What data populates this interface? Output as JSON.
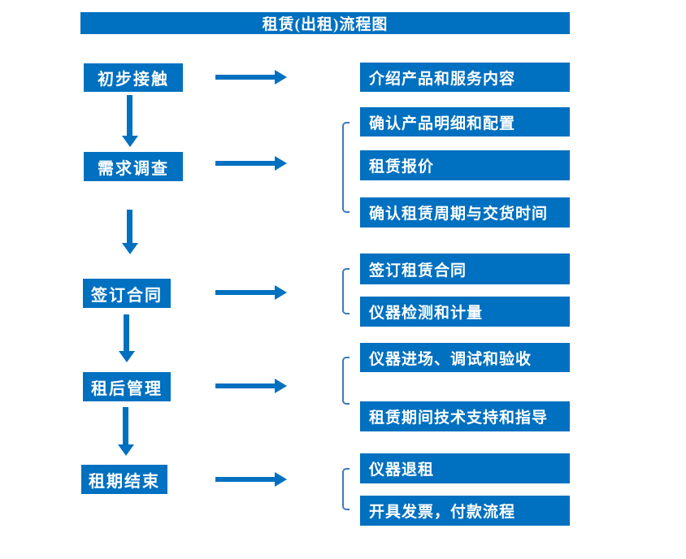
{
  "title": "租赁(出租)流程图",
  "colors": {
    "primary_blue": "#0070C0",
    "bracket_blue": "#3D79B9",
    "text_on_blue": "#FFFFFF",
    "background": "#FFFFFF"
  },
  "flow": {
    "steps": [
      {
        "label": "初步接触",
        "details": [
          "介绍产品和服务内容"
        ]
      },
      {
        "label": "需求调查",
        "details": [
          "确认产品明细和配置",
          "租赁报价",
          "确认租赁周期与交货时间"
        ]
      },
      {
        "label": "签订合同",
        "details": [
          "签订租赁合同",
          "仪器检测和计量"
        ]
      },
      {
        "label": "租后管理",
        "details": [
          "仪器进场、调试和验收",
          "租赁期间技术支持和指导"
        ]
      },
      {
        "label": "租期结束",
        "details": [
          "仪器退租",
          "开具发票，付款流程"
        ]
      }
    ]
  }
}
